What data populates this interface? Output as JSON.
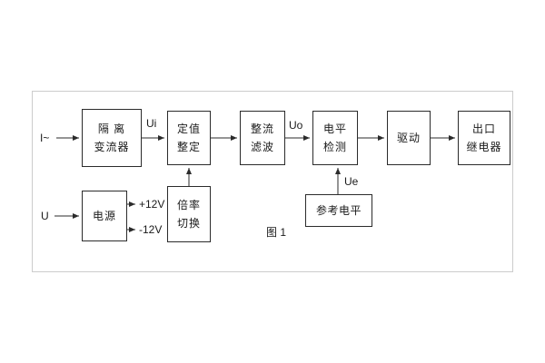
{
  "figure": {
    "caption": "图 1"
  },
  "labels": {
    "input_current": "I~",
    "input_voltage": "U",
    "ui": "Ui",
    "uo": "Uo",
    "ue": "Ue",
    "plus12v": "+12V",
    "minus12v": "-12V"
  },
  "blocks": {
    "isolation": {
      "line1": "隔 离",
      "line2": "变流器"
    },
    "setting": {
      "line1": "定值",
      "line2": "整定"
    },
    "rectifier_filter": {
      "line1": "整流",
      "line2": "滤波"
    },
    "level_detect": {
      "line1": "电平",
      "line2": "检测"
    },
    "drive": {
      "line1": "驱动"
    },
    "output_relay": {
      "line1": "出口",
      "line2": "继电器"
    },
    "power": {
      "line1": "电源"
    },
    "ratio_switch": {
      "line1": "倍率",
      "line2": "切换"
    },
    "reference_level": {
      "line1": "参考电平"
    }
  },
  "colors": {
    "line": "#2b2b2b",
    "frame_border": "#cccccc",
    "background": "#ffffff"
  }
}
